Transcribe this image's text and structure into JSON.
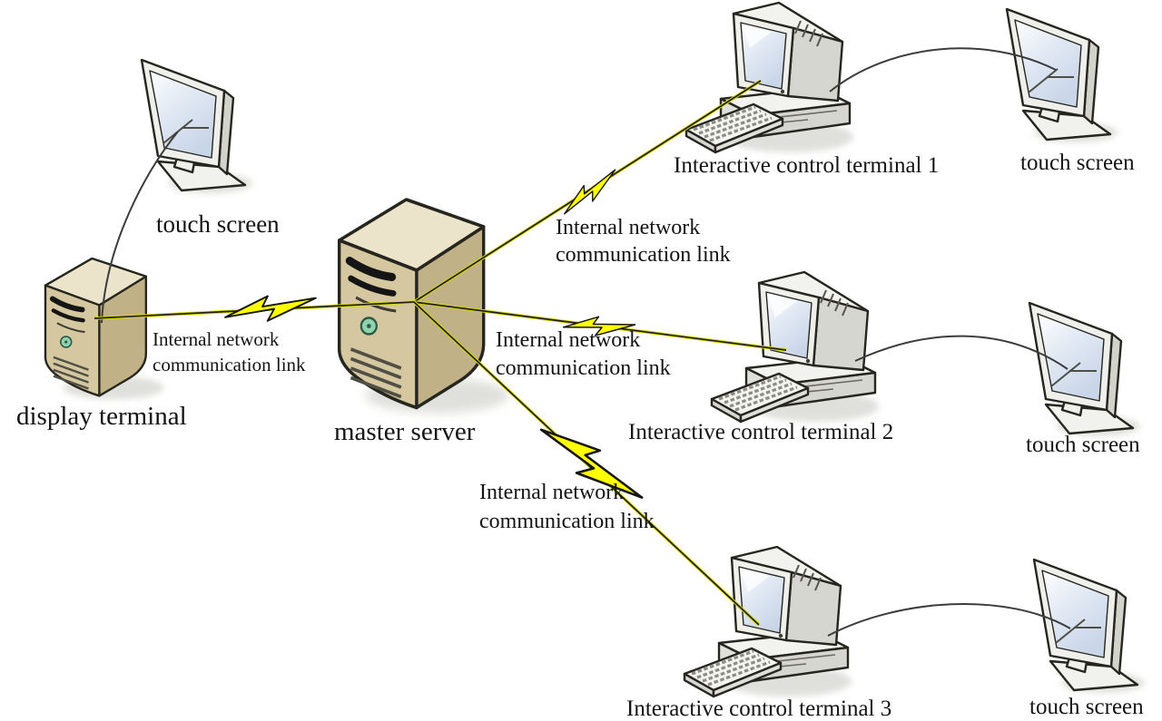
{
  "meta": {
    "description": "Network architecture diagram: a master server linked by internal network communication links to a display terminal and three interactive control terminals, each terminal paired with a touch screen",
    "background": "#ffffff"
  },
  "colors": {
    "text": "#141414",
    "outline": "#26261f",
    "bolt_fill": "#ffff00",
    "link_highlight": "#d9d900",
    "link_line": "#1e1e1e",
    "monitor_cable": "#3c3c3c",
    "tower_front": "#d5c8a0",
    "tower_side": "#c0b186",
    "tower_top": "#ece4ca",
    "device_body": "#efefeb",
    "screen_tint": "#c9d5e8",
    "power_button": "#8fd3ae",
    "shadow": "#c6c6bf"
  },
  "nodes": [
    {
      "id": "touch-screen-top-left",
      "type": "touch-screen",
      "label": "touch screen"
    },
    {
      "id": "display-terminal",
      "type": "server-tower",
      "label": "display terminal"
    },
    {
      "id": "master-server",
      "type": "server-tower",
      "label": "master server"
    },
    {
      "id": "interactive-control-terminal-1",
      "type": "desktop-computer",
      "label": "Interactive control terminal 1"
    },
    {
      "id": "touch-screen-top-right",
      "type": "touch-screen",
      "label": "touch screen"
    },
    {
      "id": "interactive-control-terminal-2",
      "type": "desktop-computer",
      "label": "Interactive control terminal 2"
    },
    {
      "id": "touch-screen-middle-right",
      "type": "touch-screen",
      "label": "touch screen"
    },
    {
      "id": "interactive-control-terminal-3",
      "type": "desktop-computer",
      "label": "Interactive control terminal 3"
    },
    {
      "id": "touch-screen-bottom-right",
      "type": "touch-screen",
      "label": "touch screen"
    }
  ],
  "links": [
    {
      "from": "display-terminal",
      "to": "master-server",
      "line1": "Internal network",
      "line2": "communication link"
    },
    {
      "from": "master-server",
      "to": "interactive-control-terminal-1",
      "line1": "Internal network",
      "line2": "communication link"
    },
    {
      "from": "master-server",
      "to": "interactive-control-terminal-2",
      "line1": "Internal network",
      "line2": "communication link"
    },
    {
      "from": "master-server",
      "to": "interactive-control-terminal-3",
      "line1": "Internal network",
      "line2": "communication link"
    }
  ],
  "monitor_links": [
    {
      "from": "display-terminal",
      "to": "touch-screen-top-left"
    },
    {
      "from": "interactive-control-terminal-1",
      "to": "touch-screen-top-right"
    },
    {
      "from": "interactive-control-terminal-2",
      "to": "touch-screen-middle-right"
    },
    {
      "from": "interactive-control-terminal-3",
      "to": "touch-screen-bottom-right"
    }
  ]
}
